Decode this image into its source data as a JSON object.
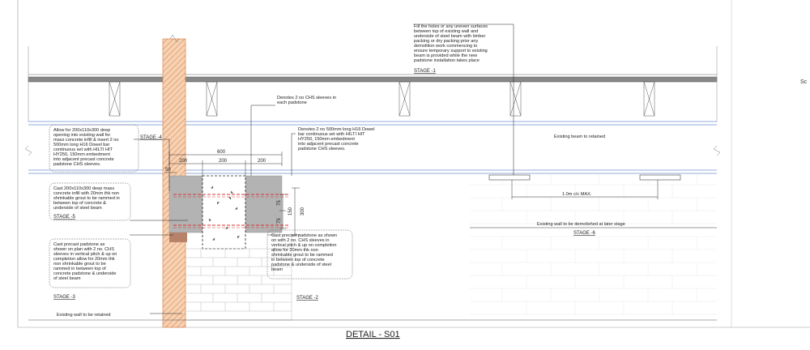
{
  "title": "DETAIL - S01",
  "side_label": "Sc",
  "notes": {
    "fill_holes": [
      "Fill the holes or any uneven surfaces",
      "between top of existing wall and",
      "underside of steel beam with timber",
      "packing or dry packing prior any",
      "demolition work commencing to",
      "ensure temporary support to existing",
      "beam is provided while the new",
      "padstone installation takes place"
    ],
    "chs_sleeves": [
      "Denotes 2 no CHS sleeves in",
      "each padstone"
    ],
    "dowel": [
      "Denotes 2 no 500mm long H16 Dowel",
      "bar continuous set with HILTI HIT",
      "HY250, 150mm embedment",
      "into adjacent precast concrete",
      "padstone CHS sleeves."
    ],
    "opening": [
      "Allow for 200x110x300 deep",
      "opening into existing wall for",
      "mass concrete infill & insert 2 no",
      "500mm long H16 Dowel bar",
      "continuous set with HILTI HIT",
      "HY250, 150mm embedment",
      "into adjacent precast concrete",
      "padstone CHS sleeves."
    ],
    "cast_mass": [
      "Cast 200x110x300 deep mass",
      "concrete infill with 20mm thk non",
      "shrinkable grout to be rammed in",
      "between top of concrete &",
      "underside of steel beam"
    ],
    "precast_left": [
      "Cast precast padstone as",
      "shown on plan with 2 no. CHS",
      "sleeves in vertical pitch & up on",
      "completion allow for 20mm thk",
      "non shrinkable grout to be",
      "rammed in between top of",
      "concrete padstone & underside",
      "of steel beam"
    ],
    "precast_right": [
      "Cast precast padstone as shown",
      "on with 2 no. CHS sleeves in",
      "vertical pitch & up on completion",
      "allow for 20mm thk non",
      "shrinkable grout to be rammed",
      "in between top of concrete",
      "padstone & underside of steel",
      "beam"
    ],
    "existing_beam": "Existing beam to retained",
    "spacing": "1.0m c/c MAX.",
    "demolish": "Existing wall to be demolished at later stage",
    "retain_wall": "Existing wall to be retained"
  },
  "stages": {
    "s1": "STAGE -1",
    "s2": "STAGE -2",
    "s3": "STAGE -3",
    "s4": "STAGE -4",
    "s5": "STAGE -5",
    "s6": "STAGE -6"
  },
  "dims": {
    "d600": "600",
    "d200a": "200",
    "d200b": "200",
    "d200c": "200",
    "d50": "50",
    "d75a": "75",
    "d75b": "75",
    "d150": "150",
    "d300": "300"
  }
}
